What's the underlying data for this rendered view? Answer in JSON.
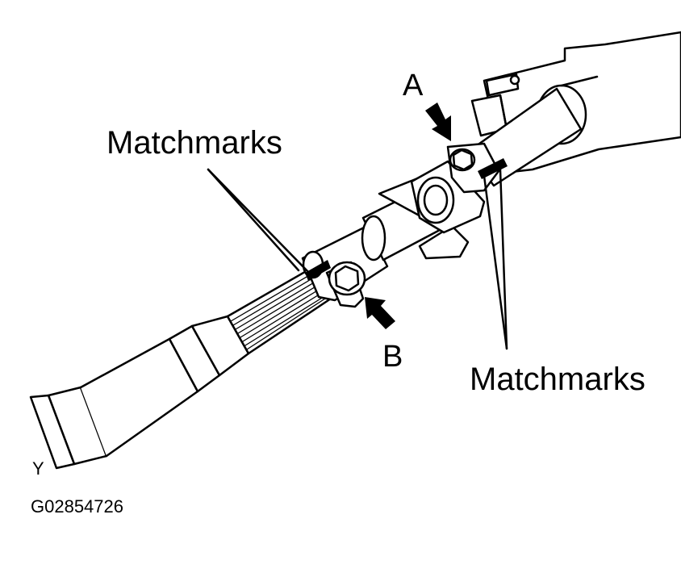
{
  "labels": {
    "matchmarks_left": "Matchmarks",
    "matchmarks_right": "Matchmarks",
    "bolt_a": "A",
    "bolt_b": "B",
    "view_marker": "Y",
    "figure_code": "G02854726"
  },
  "colors": {
    "ink": "#000000",
    "paper": "#ffffff"
  },
  "icons": {
    "arrow_a": "arrow-down-right-icon",
    "arrow_b": "arrow-up-left-icon"
  }
}
